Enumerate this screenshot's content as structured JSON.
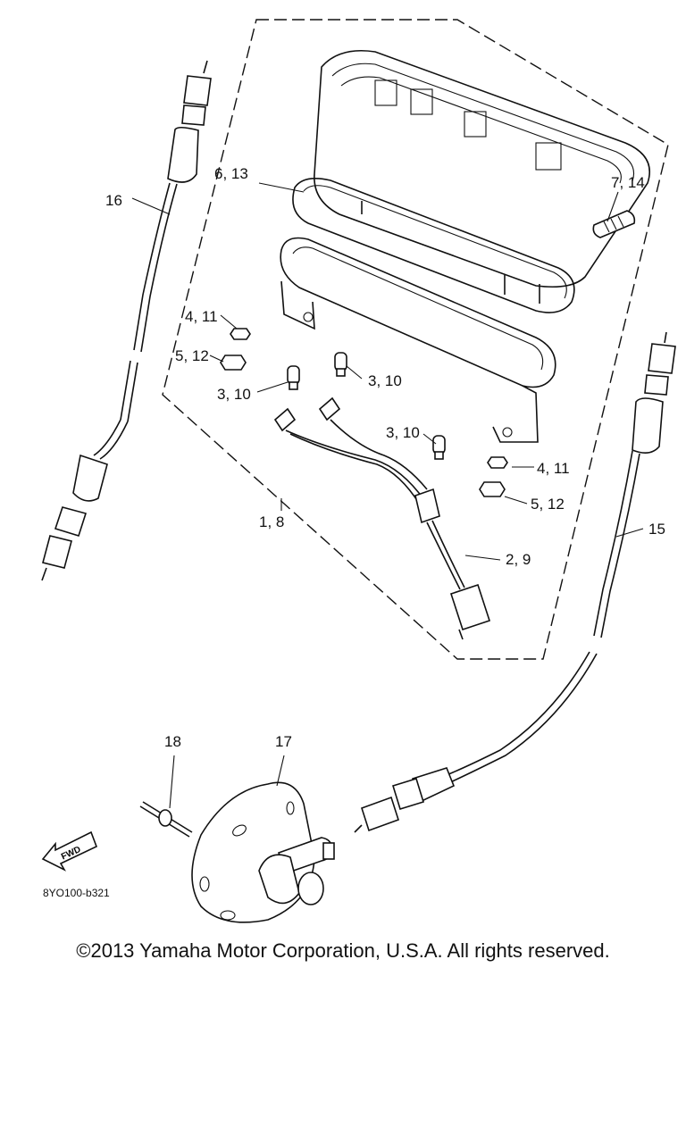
{
  "labels": {
    "p1_8": "1, 8",
    "p2_9": "2, 9",
    "p3_10_a": "3, 10",
    "p3_10_b": "3, 10",
    "p3_10_c": "3, 10",
    "p4_11_a": "4, 11",
    "p4_11_b": "4, 11",
    "p5_12_a": "5, 12",
    "p5_12_b": "5, 12",
    "p6_13": "6, 13",
    "p7_14": "7, 14",
    "p15": "15",
    "p16": "16",
    "p17": "17",
    "p18": "18"
  },
  "fwd_arrow": "FWD",
  "diagram_code": "8YO100-b321",
  "copyright": "©2013 Yamaha Motor Corporation, U.S.A. All rights reserved."
}
